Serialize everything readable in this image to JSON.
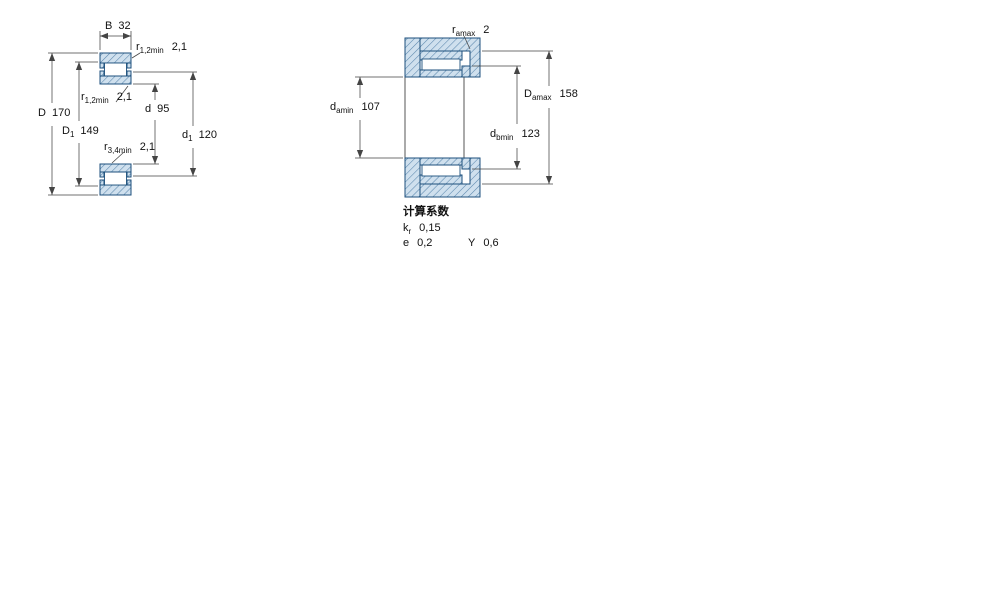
{
  "colors": {
    "fill_light_blue": "#cfe0ee",
    "hatch_blue": "#5b87ad",
    "outline_blue": "#1c4f7c",
    "dim_line": "#444444"
  },
  "left_diagram": {
    "dims": {
      "B": {
        "symbol": "B",
        "sub": "",
        "value": "32"
      },
      "r12_top": {
        "symbol": "r",
        "sub": "1,2min",
        "value": "2,1"
      },
      "r12_side": {
        "symbol": "r",
        "sub": "1,2min",
        "value": "2,1"
      },
      "D": {
        "symbol": "D",
        "sub": "",
        "value": "170"
      },
      "D1": {
        "symbol": "D",
        "sub": "1",
        "value": "149"
      },
      "d": {
        "symbol": "d",
        "sub": "",
        "value": "95"
      },
      "d1": {
        "symbol": "d",
        "sub": "1",
        "value": "120"
      },
      "r34": {
        "symbol": "r",
        "sub": "3,4min",
        "value": "2,1"
      }
    }
  },
  "right_diagram": {
    "dims": {
      "ramax": {
        "symbol": "r",
        "sub": "amax",
        "value": "2"
      },
      "damin": {
        "symbol": "d",
        "sub": "amin",
        "value": "107"
      },
      "Damax": {
        "symbol": "D",
        "sub": "amax",
        "value": "158"
      },
      "dbmin": {
        "symbol": "d",
        "sub": "bmin",
        "value": "123"
      }
    }
  },
  "calculation_factors": {
    "title": "计算系数",
    "kr": {
      "symbol": "k",
      "sub": "r",
      "value": "0,15"
    },
    "e": {
      "symbol": "e",
      "sub": "",
      "value": "0,2"
    },
    "Y": {
      "symbol": "Y",
      "sub": "",
      "value": "0,6"
    }
  }
}
